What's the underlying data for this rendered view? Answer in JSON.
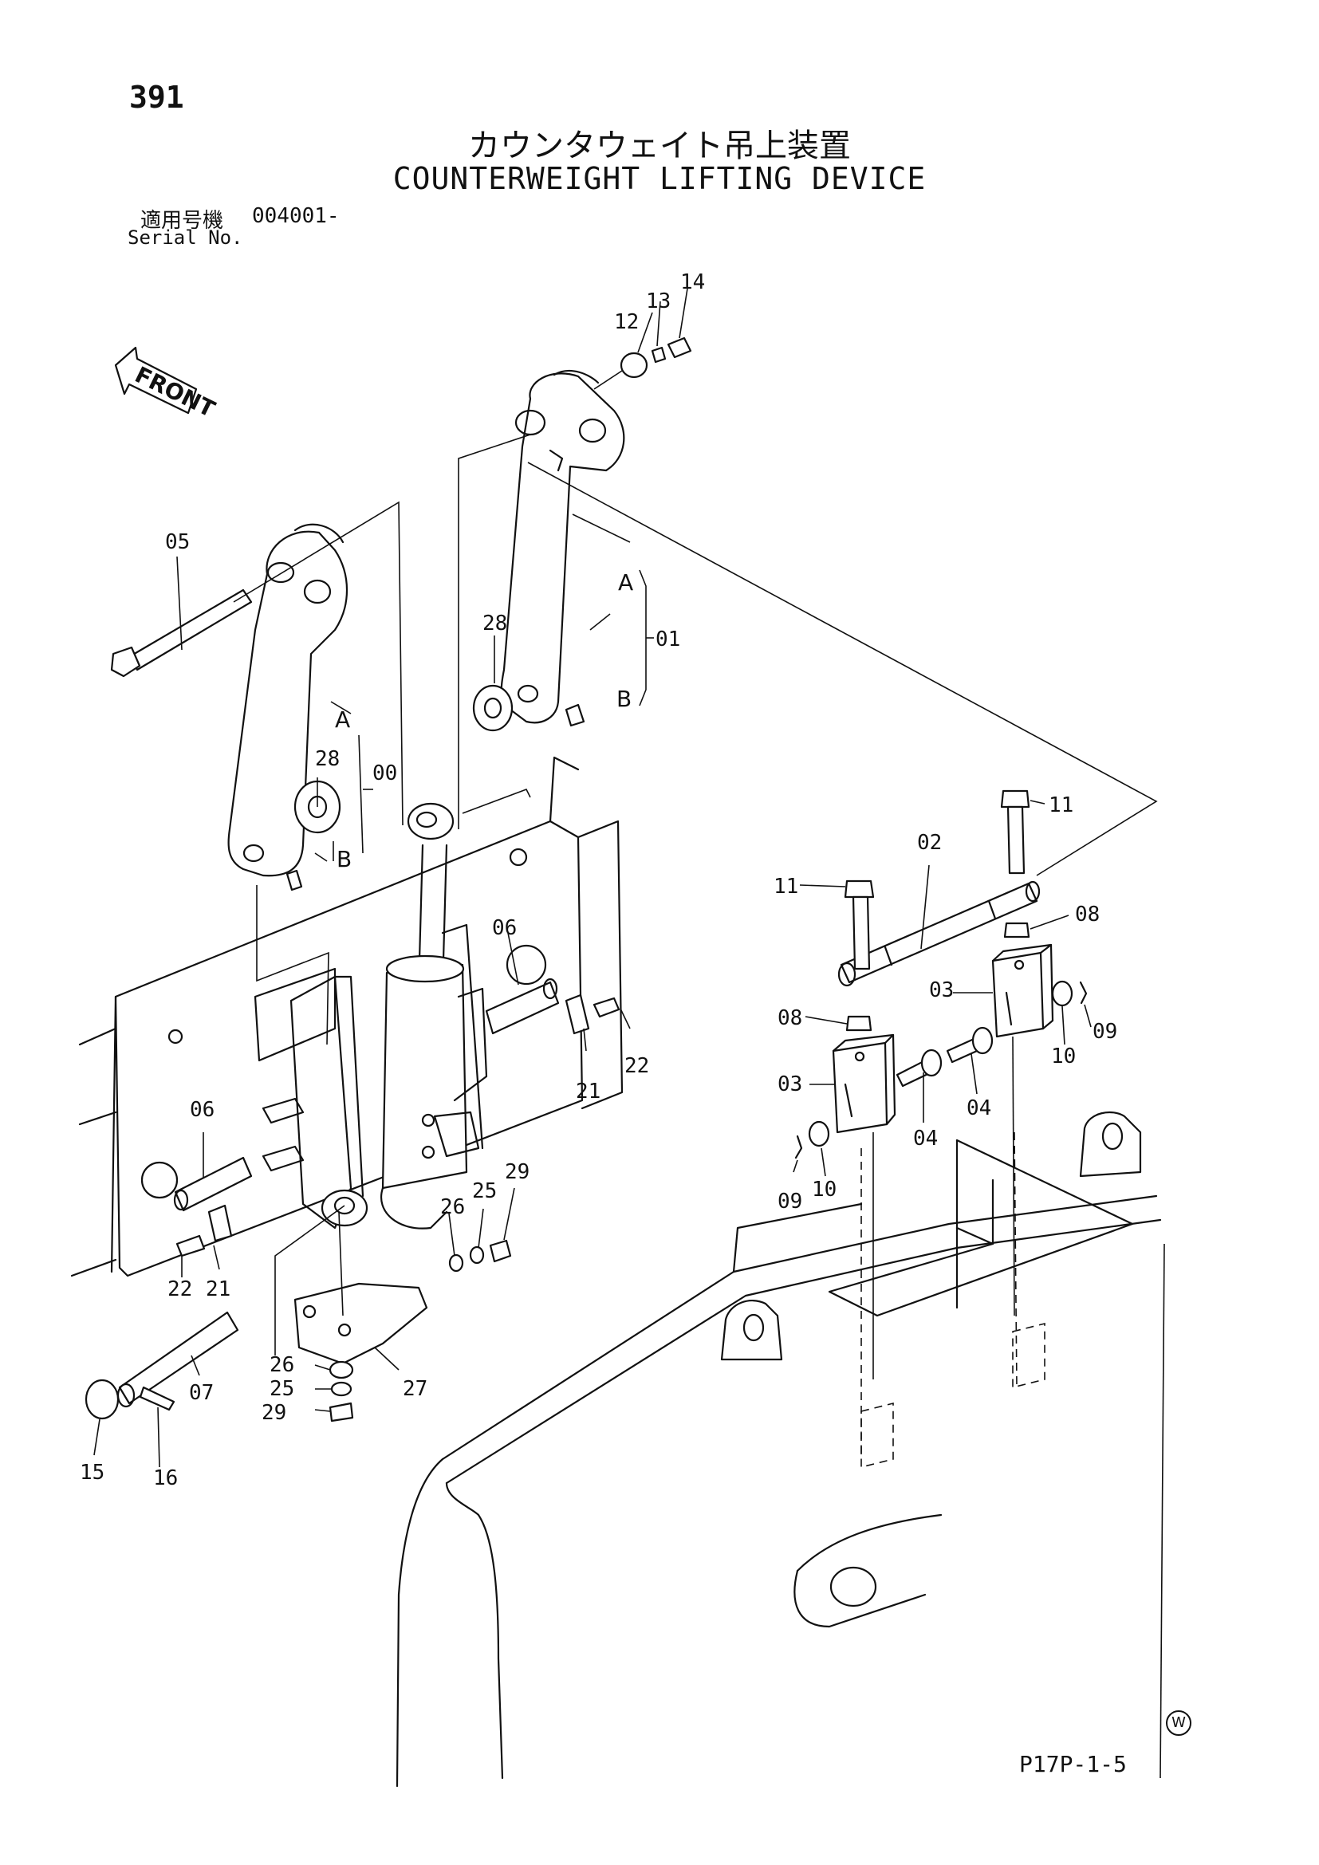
{
  "header": {
    "page_number": "391",
    "title_jp": "カウンタウェイト吊上装置",
    "title_en": "COUNTERWEIGHT LIFTING DEVICE",
    "serial_label_jp": "適用号機",
    "serial_value": "004001-",
    "serial_label_en": "Serial No."
  },
  "diagram": {
    "front_label": "FRONT",
    "part_labels": {
      "p00": "00",
      "p01": "01",
      "p02": "02",
      "p03a": "03",
      "p03b": "03",
      "p04a": "04",
      "p04b": "04",
      "p05": "05",
      "p06a": "06",
      "p06b": "06",
      "p07": "07",
      "p08a": "08",
      "p08b": "08",
      "p09a": "09",
      "p09b": "09",
      "p10a": "10",
      "p10b": "10",
      "p11a": "11",
      "p11b": "11",
      "p12": "12",
      "p13": "13",
      "p14": "14",
      "p15": "15",
      "p16": "16",
      "p21a": "21",
      "p21b": "21",
      "p22a": "22",
      "p22b": "22",
      "p25a": "25",
      "p25b": "25",
      "p26a": "26",
      "p26b": "26",
      "p27": "27",
      "p28a": "28",
      "p28b": "28",
      "p29a": "29",
      "p29b": "29"
    },
    "letter_labels": {
      "a1": "A",
      "b1": "B",
      "a2": "A",
      "b2": "B"
    }
  },
  "footer": {
    "page_code": "P17P-1-5",
    "w_mark": "W"
  }
}
